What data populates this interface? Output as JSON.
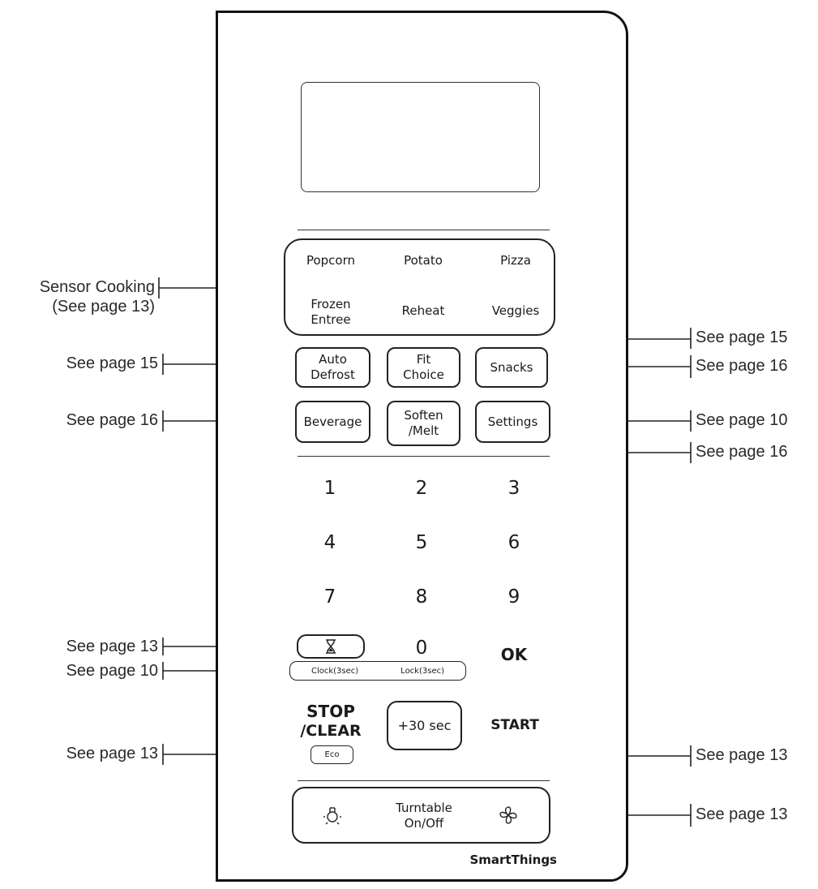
{
  "sensor_cooking": {
    "items": [
      "Popcorn",
      "Potato",
      "Pizza",
      "Frozen\nEntree",
      "Reheat",
      "Veggies"
    ]
  },
  "function_buttons": {
    "auto_defrost": "Auto\nDefrost",
    "fit_choice": "Fit\nChoice",
    "snacks": "Snacks",
    "beverage": "Beverage",
    "soften_melt": "Soften\n/Melt",
    "settings": "Settings"
  },
  "keypad": {
    "digits": [
      "1",
      "2",
      "3",
      "4",
      "5",
      "6",
      "7",
      "8",
      "9",
      "0"
    ],
    "ok": "OK",
    "clock": "Clock(3sec)",
    "lock": "Lock(3sec)",
    "timer_icon": "hourglass-icon"
  },
  "controls": {
    "stop": "STOP",
    "clear": "/CLEAR",
    "eco": "Eco",
    "plus30": "+30 sec",
    "start": "START",
    "turntable": "Turntable\nOn/Off",
    "light_icon": "light-bulb-icon",
    "fan_icon": "fan-icon"
  },
  "brand": "SmartThings",
  "callouts": {
    "sensor_cooking": "Sensor Cooking\n(See page 13)",
    "auto_defrost": "See page 15",
    "beverage": "See page 16",
    "timer": "See page 13",
    "clock_lock": "See page 10",
    "eco": "See page 13",
    "fit_choice": "See page 15",
    "snacks": "See page 16",
    "settings": "See page 10",
    "soften_melt": "See page 16",
    "plus30": "See page 13",
    "vent": "See page 13"
  }
}
